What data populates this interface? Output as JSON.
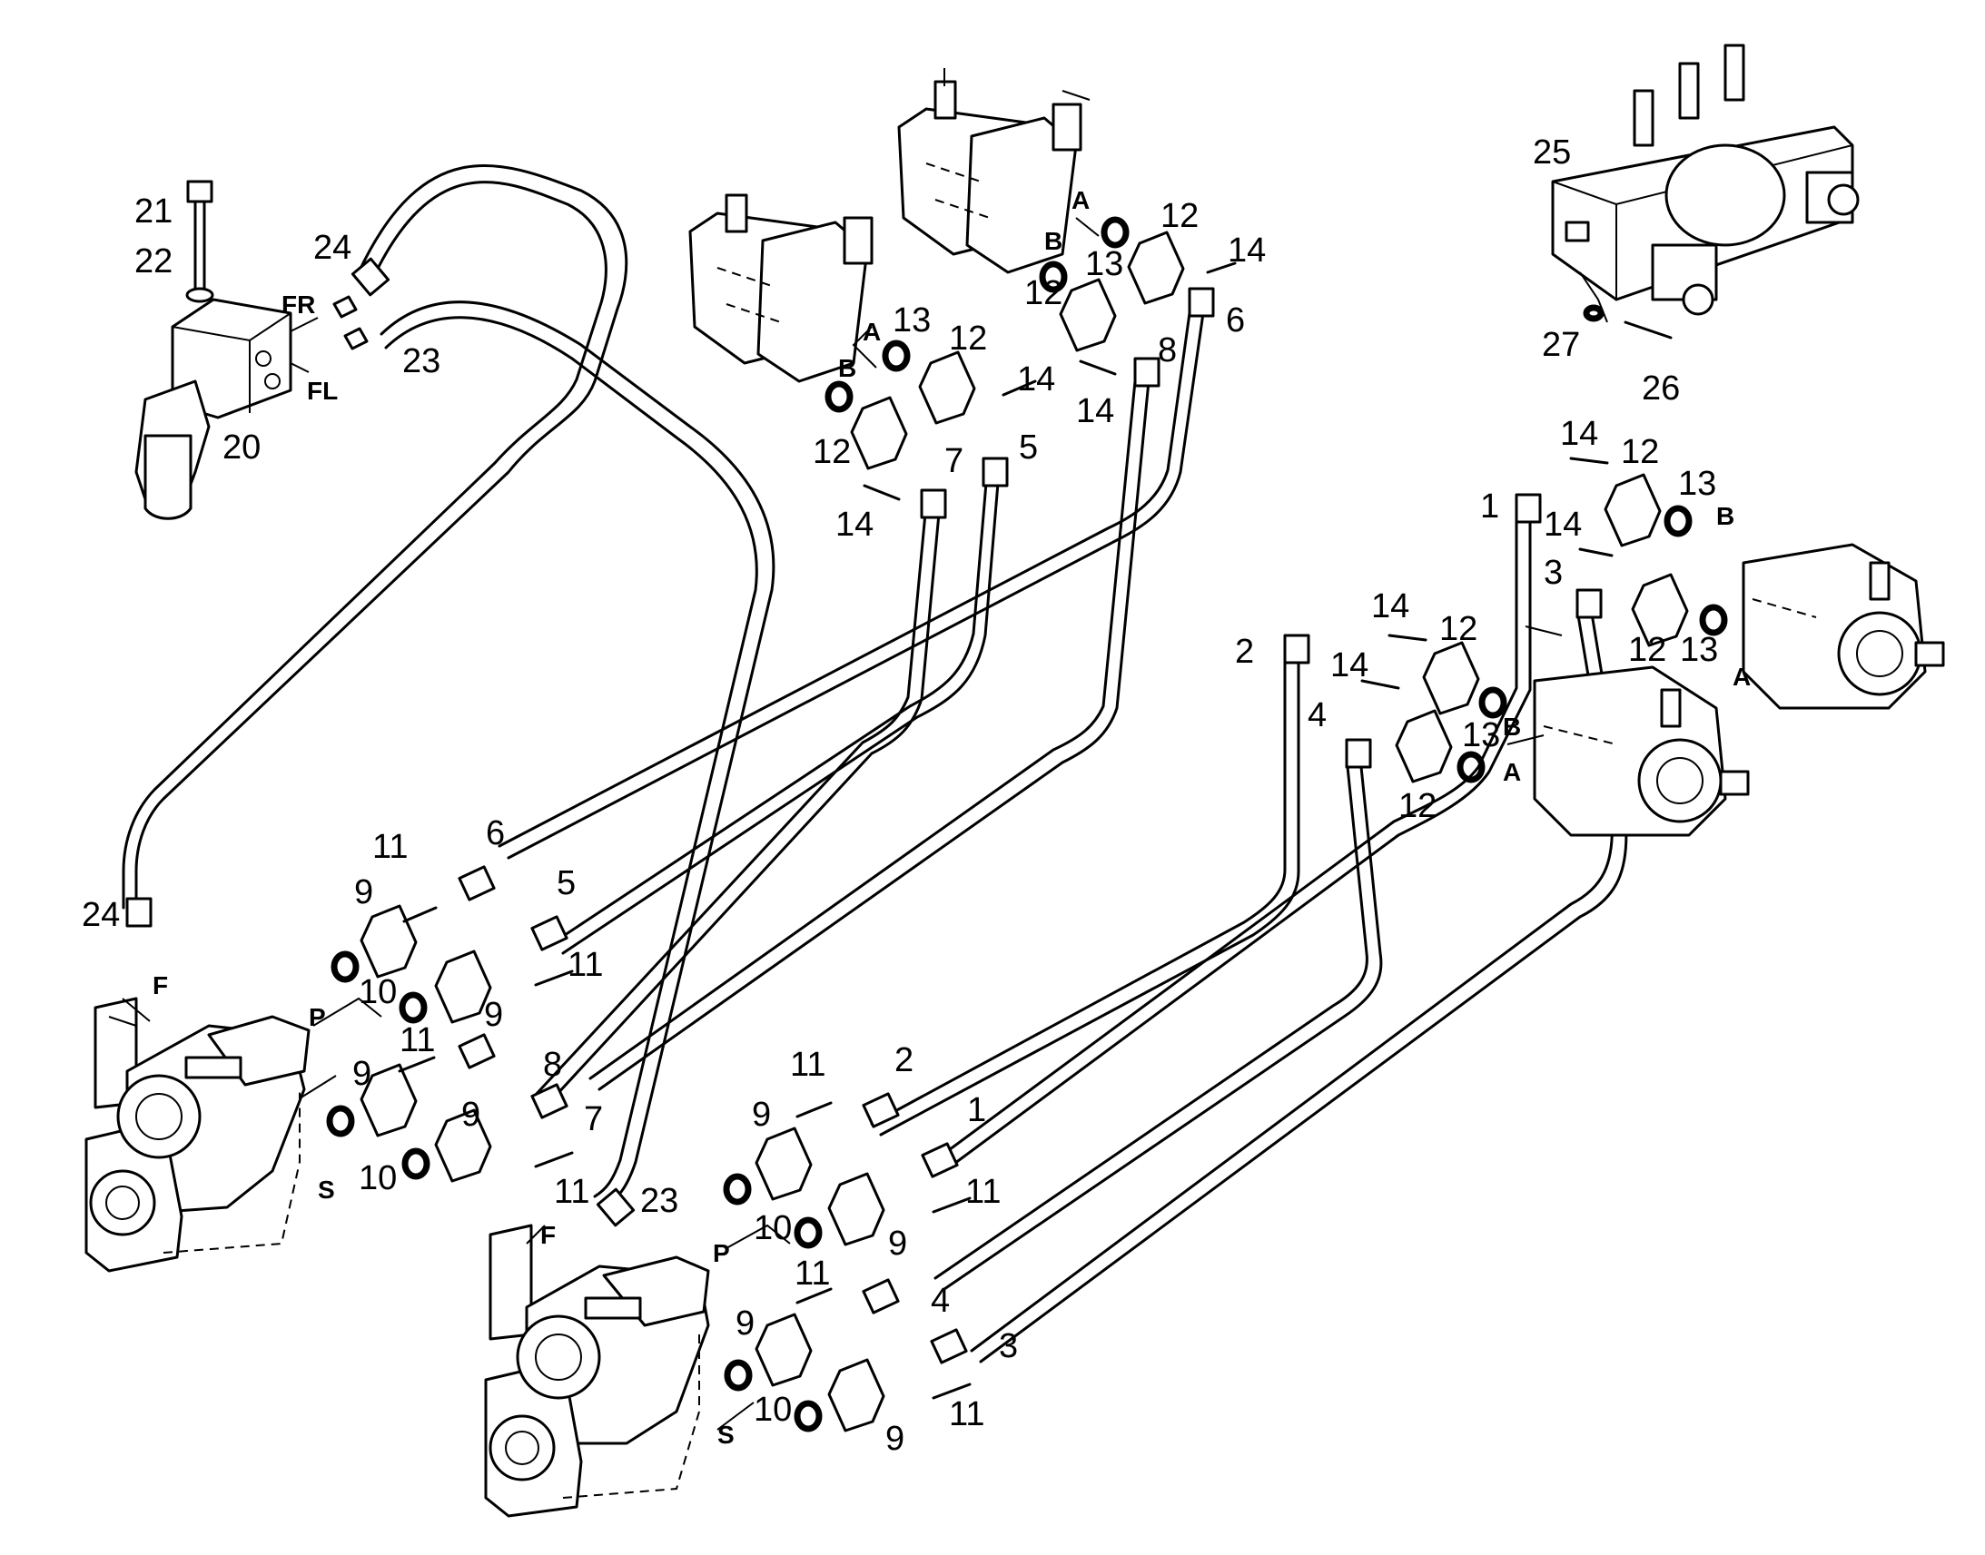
{
  "part_numbers": {
    "p1": "1",
    "p2": "2",
    "p3": "3",
    "p4": "4",
    "p5": "5",
    "p6": "6",
    "p7": "7",
    "p8": "8",
    "p9": "9",
    "p10": "10",
    "p11": "11",
    "p12": "12",
    "p13": "13",
    "p14": "14",
    "p20": "20",
    "p21": "21",
    "p22": "22",
    "p23": "23",
    "p24": "24",
    "p25": "25",
    "p26": "26",
    "p27": "27"
  },
  "port_labels": {
    "a": "A",
    "b": "B",
    "p": "P",
    "s": "S",
    "f": "F",
    "fr": "FR",
    "fl": "FL"
  }
}
